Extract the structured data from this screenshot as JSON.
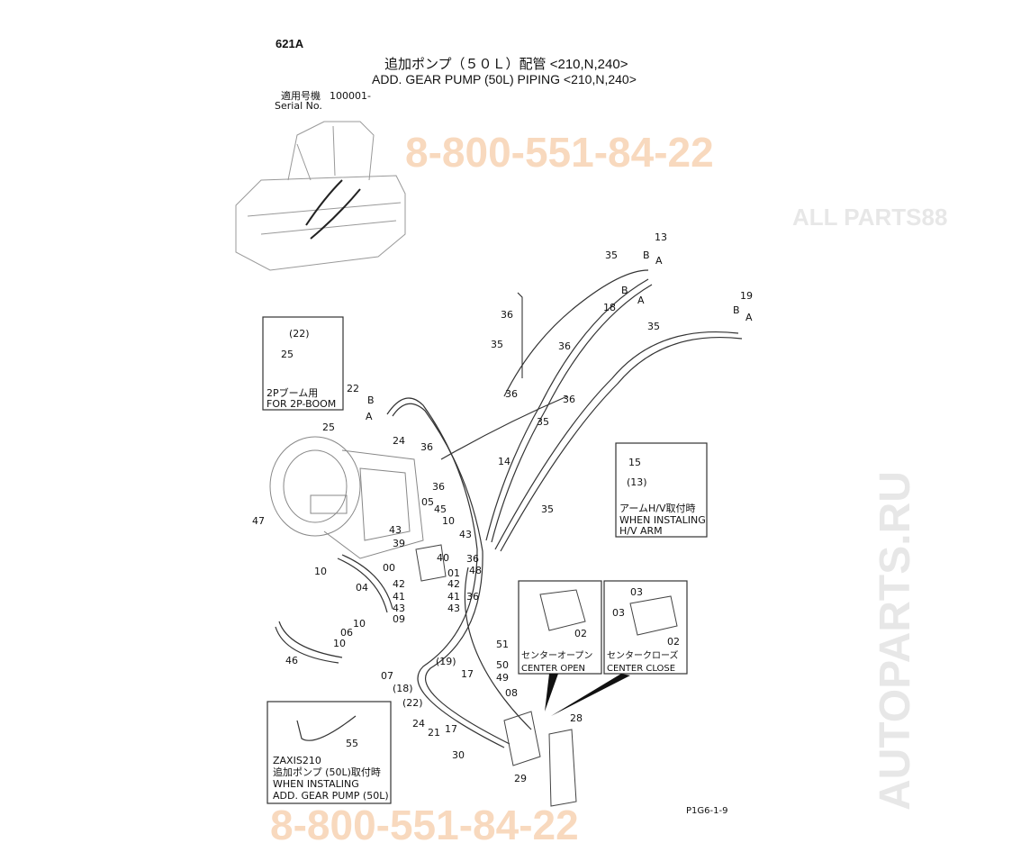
{
  "header": {
    "page_code": "621A",
    "title_jp": "追加ポンプ（５０Ｌ）配管 <210,N,240>",
    "title_en": "ADD. GEAR PUMP (50L) PIPING <210,N,240>",
    "serial_label_jp": "適用号機",
    "serial_value": "100001-",
    "serial_label_en": "Serial No."
  },
  "watermarks": [
    "8-800-551-84-22",
    "AUTOPARTS.RU",
    "ALL PARTS88"
  ],
  "insets": {
    "boom": {
      "line1": "2Pブーム用",
      "line2": "FOR 2P-BOOM"
    },
    "arm": {
      "line1": "アームH/V取付時",
      "line2": "WHEN INSTALING",
      "line3": "H/V ARM"
    },
    "center_open": {
      "line1": "センターオープン",
      "line2": "CENTER OPEN"
    },
    "center_close": {
      "line1": "センタークローズ",
      "line2": "CENTER CLOSE"
    },
    "zaxis": {
      "line1": "ZAXIS210",
      "line2": "追加ポンプ (50L)取付時",
      "line3": "WHEN INSTALING",
      "line4": "ADD. GEAR PUMP (50L)"
    }
  },
  "callouts": [
    "13",
    "B",
    "A",
    "35",
    "B",
    "A",
    "18",
    "19",
    "B",
    "A",
    "35",
    "36",
    "35",
    "36",
    "36",
    "36",
    "35",
    "22",
    "B",
    "A",
    "25",
    "24",
    "36",
    "14",
    "36",
    "35",
    "47",
    "05",
    "45",
    "10",
    "43",
    "43",
    "39",
    "40",
    "36",
    "48",
    "00",
    "01",
    "10",
    "04",
    "42",
    "42",
    "41",
    "41",
    "36",
    "43",
    "43",
    "09",
    "10",
    "06",
    "10",
    "46",
    "07",
    "(19)",
    "51",
    "50",
    "17",
    "(18)",
    "49",
    "08",
    "(22)",
    "24",
    "21",
    "17",
    "30",
    "28",
    "29",
    "55",
    "(22)",
    "25",
    "15",
    "(13)",
    "02",
    "03",
    "03",
    "02"
  ],
  "footer": {
    "drawing_code": "P1G6-1-9"
  }
}
